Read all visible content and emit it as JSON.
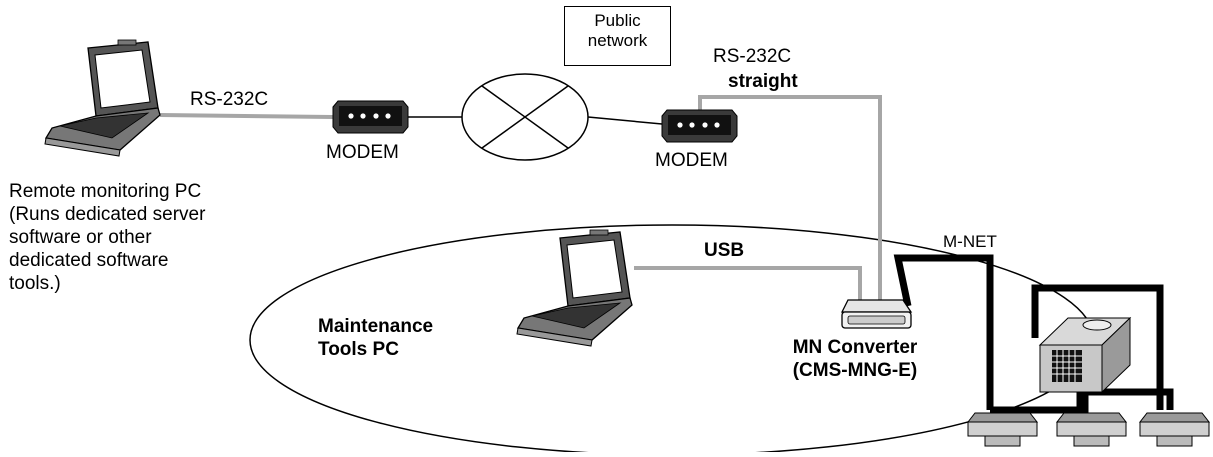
{
  "labels": {
    "public_network": [
      "Public",
      "network"
    ],
    "rs232c_left": "RS-232C",
    "rs232c_right": "RS-232C",
    "straight": "straight",
    "modem_left": "MODEM",
    "modem_right": "MODEM",
    "remote_pc": [
      "Remote monitoring PC",
      "(Runs dedicated server",
      "software or other",
      "dedicated software",
      "tools.)"
    ],
    "usb": "USB",
    "mnet": "M-NET",
    "maintenance_pc": [
      "Maintenance",
      "Tools PC"
    ],
    "mn_converter": [
      "MN Converter",
      "(CMS-MNG-E)"
    ]
  },
  "colors": {
    "line": "#000000",
    "cable_grey": "#a6a6a6",
    "device_grey": "#bfbfbf",
    "dark": "#1a1a1a"
  }
}
